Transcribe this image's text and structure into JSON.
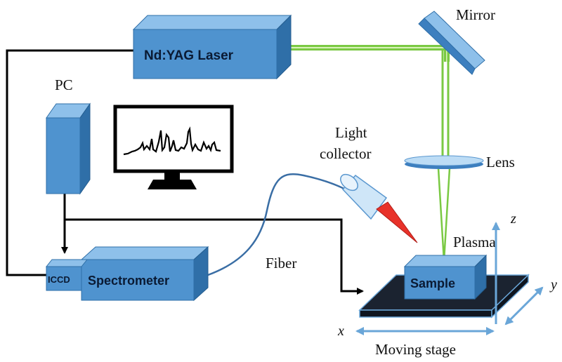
{
  "components": {
    "laser": "Nd:YAG Laser",
    "pc": "PC",
    "mirror": "Mirror",
    "lens": "Lens",
    "light_collector_line1": "Light",
    "light_collector_line2": "collector",
    "plasma": "Plasma",
    "fiber": "Fiber",
    "iccd": "ICCD",
    "spectrometer": "Spectrometer",
    "sample": "Sample",
    "moving_stage": "Moving stage"
  },
  "axes": {
    "x": "x",
    "y": "y",
    "z": "z"
  },
  "colors": {
    "box_front": "#4f93cf",
    "box_top": "#8ec0ea",
    "box_side": "#2f6fa8",
    "beam": "#7ac943",
    "plasma": "#e8322a",
    "stage": "#1b2330",
    "arrow": "#6aa6d8"
  }
}
